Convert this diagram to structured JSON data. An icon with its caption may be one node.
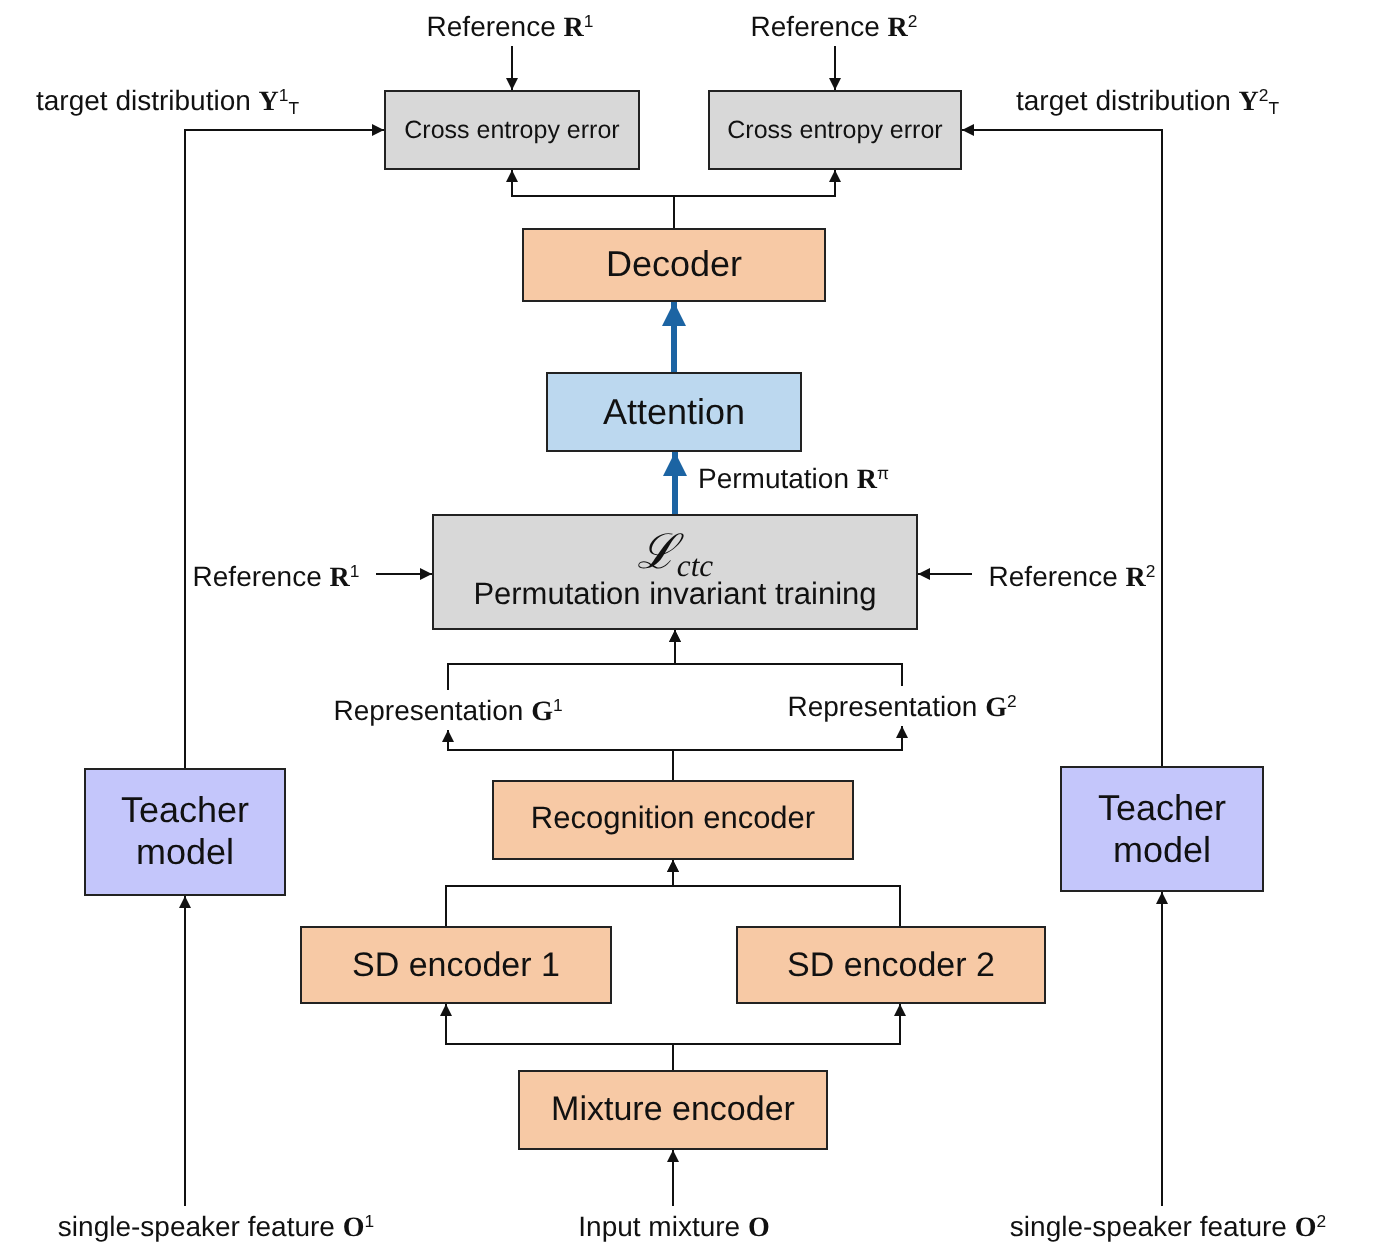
{
  "diagram": {
    "nodes": [
      {
        "text": [
          "Reference **R**$^{1}$"
        ]
      },
      {
        "text": [
          "Reference **R**$^{2}$"
        ]
      },
      {
        "text": [
          "Cross entropy error"
        ]
      },
      {
        "text": [
          "Cross entropy error"
        ]
      },
      {
        "text": [
          "Decoder"
        ]
      },
      {
        "text": [
          "Attention"
        ]
      },
      {
        "text": [
          "ℒ$_{ctc}$",
          "Permutation invariant training"
        ]
      },
      {
        "text": [
          "Reference **R**$^{1}$"
        ]
      },
      {
        "text": [
          "Reference **R**$^{2}$"
        ]
      },
      {
        "text": [
          "Representation **G**$^{1}$"
        ]
      },
      {
        "text": [
          "Representation **G**$^{2}$"
        ]
      },
      {
        "text": [
          "Recognition encoder"
        ]
      },
      {
        "text": [
          "Teacher model"
        ]
      },
      {
        "text": [
          "Teacher model"
        ]
      },
      {
        "text": [
          "SD encoder 1"
        ]
      },
      {
        "text": [
          "SD encoder 2"
        ]
      },
      {
        "text": [
          "Mixture encoder"
        ]
      },
      {
        "text": [
          "single-speaker feature **O**$^{1}$"
        ]
      },
      {
        "text": [
          "Input mixture **O**"
        ]
      },
      {
        "text": [
          "single-speaker feature **O**$^{2}$"
        ]
      }
    ],
    "edges": [
      {
        "from": 0,
        "to": 2,
        "arrow": "to"
      },
      {
        "from": 1,
        "to": 3,
        "arrow": "to"
      },
      {
        "from": 4,
        "to": 2,
        "arrow": "to"
      },
      {
        "from": 4,
        "to": 3,
        "arrow": "to"
      },
      {
        "from": 12,
        "to": 2,
        "arrow": "to",
        "label": "target distribution **Y**$^{1}$$_{T}$"
      },
      {
        "from": 13,
        "to": 3,
        "arrow": "to",
        "label": "target distribution **Y**$^{2}$$_{T}$"
      },
      {
        "from": 5,
        "to": 4,
        "arrow": "to",
        "style": "thick",
        "color": "#1c64a3"
      },
      {
        "from": 6,
        "to": 5,
        "arrow": "to",
        "style": "thick",
        "color": "#1c64a3",
        "label": "Permutation **R**$^{π}$"
      },
      {
        "from": 7,
        "to": 6,
        "arrow": "to"
      },
      {
        "from": 8,
        "to": 6,
        "arrow": "to"
      },
      {
        "from": 9,
        "to": 6,
        "arrow": "to"
      },
      {
        "from": 10,
        "to": 6,
        "arrow": "to"
      },
      {
        "from": 11,
        "to": 9,
        "arrow": "to"
      },
      {
        "from": 11,
        "to": 10,
        "arrow": "to"
      },
      {
        "from": 14,
        "to": 11,
        "arrow": "to"
      },
      {
        "from": 15,
        "to": 11,
        "arrow": "to"
      },
      {
        "from": 16,
        "to": 14,
        "arrow": "to"
      },
      {
        "from": 16,
        "to": 15,
        "arrow": "to"
      },
      {
        "from": 17,
        "to": 12,
        "arrow": "to"
      },
      {
        "from": 19,
        "to": 13,
        "arrow": "to"
      },
      {
        "from": 18,
        "to": 16,
        "arrow": "to"
      }
    ]
  }
}
